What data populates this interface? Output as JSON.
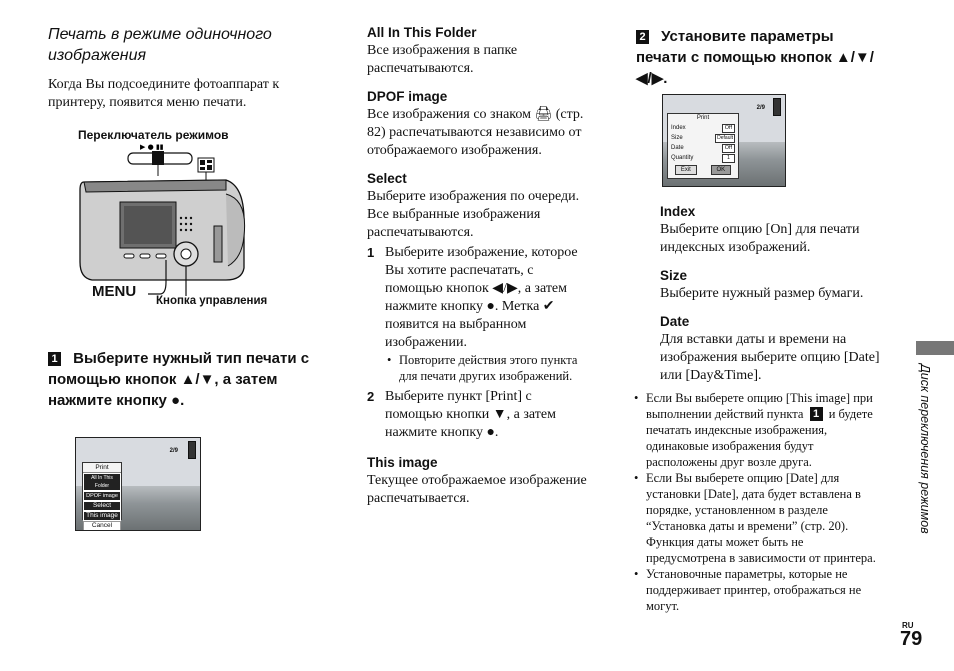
{
  "left": {
    "heading": "Печать в режиме одиночного изображения",
    "intro": "Когда Вы подсоедините фотоаппарат к принтеру, появится меню печати.",
    "mode_switch_label": "Переключатель режимов",
    "menu_label": "MENU",
    "control_button_label": "Кнопка управления",
    "step1_num": "1",
    "step1_text": "Выберите нужный тип печати с помощью кнопок ▲/▼, а затем нажмите кнопку ●.",
    "lcd1": {
      "counter": "2/9",
      "menu_title": "Print",
      "items": [
        "All In This Folder",
        "DPOF image",
        "Select",
        "This image",
        "Cancel"
      ]
    }
  },
  "middle": {
    "s1_title": "All In This Folder",
    "s1_text": "Все изображения в папке распечатываются.",
    "s2_title": "DPOF image",
    "s2_text": "Все изображения со знаком 🖨 (стр. 82) распечатываются независимо от отображаемого изображения.",
    "s3_title": "Select",
    "s3_text": "Выберите изображения по очереди. Все выбранные изображения распечатываются.",
    "sub1_num": "1",
    "sub1_text": "Выберите изображение, которое Вы хотите распечатать, с помощью кнопок ◀/▶, а затем нажмите кнопку ●. Метка ✔ появится на выбранном изображении.",
    "sub1_note": "Повторите действия этого пункта для печати других изображений.",
    "sub2_num": "2",
    "sub2_text": "Выберите пункт [Print] с помощью кнопки ▼, а затем нажмите кнопку ●.",
    "s4_title": "This image",
    "s4_text": "Текущее отображаемое изображение распечатывается."
  },
  "right": {
    "step2_num": "2",
    "step2_text": "Установите параметры печати с помощью кнопок ▲/▼/◀/▶.",
    "lcd2": {
      "counter": "2/9",
      "menu_title": "Print",
      "rows": [
        {
          "label": "Index",
          "value": "Off"
        },
        {
          "label": "Size",
          "value": "Default"
        },
        {
          "label": "Date",
          "value": "Off"
        },
        {
          "label": "Quantity",
          "value": "1"
        }
      ],
      "exit": "Exit",
      "ok": "OK"
    },
    "index_title": "Index",
    "index_text": "Выберите опцию [On] для печати индексных изображений.",
    "size_title": "Size",
    "size_text": "Выберите нужный размер бумаги.",
    "date_title": "Date",
    "date_text": "Для вставки даты и времени на изображения выберите опцию [Date] или [Day&Time].",
    "note1a": "Если Вы выберете опцию [This image] при выполнении действий пункта",
    "note1_num": "1",
    "note1b": "и будете печатать индексные изображения, одинаковые изображения будут расположены друг возле друга.",
    "note2": "Если Вы выберете опцию [Date] для установки [Date], дата будет вставлена в порядке, установленном в разделе “Установка даты и времени” (стр. 20). Функция даты может быть не предусмотрена в зависимости от принтера.",
    "note3": "Установочные параметры, которые не поддерживает принтер, отображаться не могут."
  },
  "side_label": "Диск переключения режимов",
  "page": {
    "lang": "RU",
    "number": "79"
  }
}
